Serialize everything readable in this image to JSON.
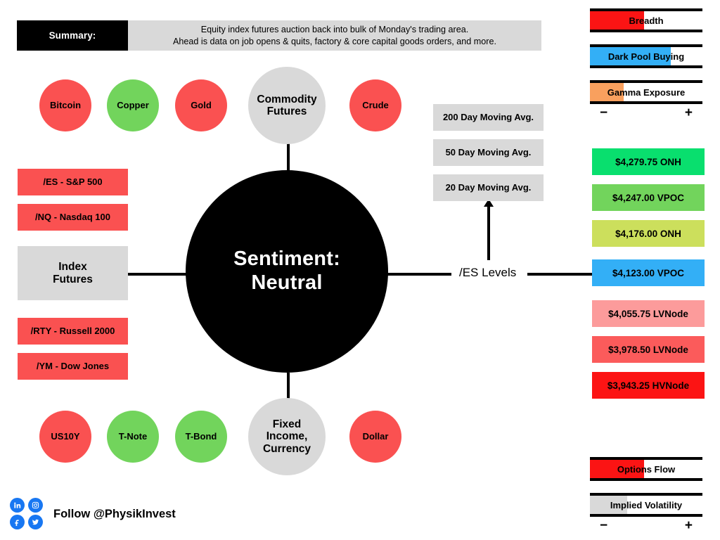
{
  "summary": {
    "label": "Summary:",
    "line1": "Equity index futures auction back into bulk of Monday's trading area.",
    "line2": "Ahead is data on job opens & quits, factory & core capital goods orders, and more."
  },
  "center": {
    "line1": "Sentiment:",
    "line2": "Neutral"
  },
  "commodity_hub": {
    "line1": "Commodity",
    "line2": "Futures",
    "color": "#d9d9d9",
    "members": [
      {
        "label": "Bitcoin",
        "color": "#fa5151"
      },
      {
        "label": "Copper",
        "color": "#72d45c"
      },
      {
        "label": "Gold",
        "color": "#fa5151"
      },
      {
        "label": "Crude",
        "color": "#fa5151"
      }
    ]
  },
  "fixed_income_hub": {
    "line1": "Fixed",
    "line2": "Income,",
    "line3": "Currency",
    "color": "#d9d9d9",
    "members": [
      {
        "label": "US10Y",
        "color": "#fa5151"
      },
      {
        "label": "T-Note",
        "color": "#72d45c"
      },
      {
        "label": "T-Bond",
        "color": "#72d45c"
      },
      {
        "label": "Dollar",
        "color": "#fa5151"
      }
    ]
  },
  "index_futures_hub": {
    "line1": "Index",
    "line2": "Futures",
    "color": "#d9d9d9",
    "above": [
      {
        "label": "/ES - S&P 500",
        "color": "#fa5151"
      },
      {
        "label": "/NQ - Nasdaq 100",
        "color": "#fa5151"
      }
    ],
    "below": [
      {
        "label": "/RTY - Russell 2000",
        "color": "#fa5151"
      },
      {
        "label": "/YM - Dow Jones",
        "color": "#fa5151"
      }
    ]
  },
  "es_levels": {
    "label": "/ES Levels",
    "moving_averages": [
      {
        "label": "200 Day Moving Avg.",
        "color": "#d9d9d9"
      },
      {
        "label": "50 Day Moving Avg.",
        "color": "#d9d9d9"
      },
      {
        "label": "20 Day Moving Avg.",
        "color": "#d9d9d9"
      }
    ],
    "price_levels": [
      {
        "label": "$4,279.75 ONH",
        "color": "#09df6e"
      },
      {
        "label": "$4,247.00 VPOC",
        "color": "#72d45c"
      },
      {
        "label": "$4,176.00 ONH",
        "color": "#ccdf5c"
      },
      {
        "label": "$4,123.00 VPOC",
        "color": "#33aff6"
      },
      {
        "label": "$4,055.75 LVNode",
        "color": "#fc9b9b"
      },
      {
        "label": "$3,978.50 LVNode",
        "color": "#fb5b5b"
      },
      {
        "label": "$3,943.25 HVNode",
        "color": "#fc1414"
      }
    ]
  },
  "gauges_top": {
    "items": [
      {
        "label": "Breadth",
        "fill_pct": 48,
        "color": "#fb1414"
      },
      {
        "label": "Dark Pool Buying",
        "fill_pct": 72,
        "color": "#33aff6"
      },
      {
        "label": "Gamma Exposure",
        "fill_pct": 30,
        "color": "#f9a05e"
      }
    ],
    "scale_min": "−",
    "scale_max": "+"
  },
  "gauges_bottom": {
    "items": [
      {
        "label": "Options Flow",
        "fill_pct": 48,
        "color": "#fb1414"
      },
      {
        "label": "Implied Volatility",
        "fill_pct": 33,
        "color": "#d9d9d9"
      }
    ],
    "scale_min": "−",
    "scale_max": "+"
  },
  "footer": {
    "follow_text": "Follow @PhysikInvest",
    "icons": [
      "linkedin-icon",
      "instagram-icon",
      "facebook-icon",
      "twitter-icon"
    ],
    "icon_color": "#1877f2"
  }
}
